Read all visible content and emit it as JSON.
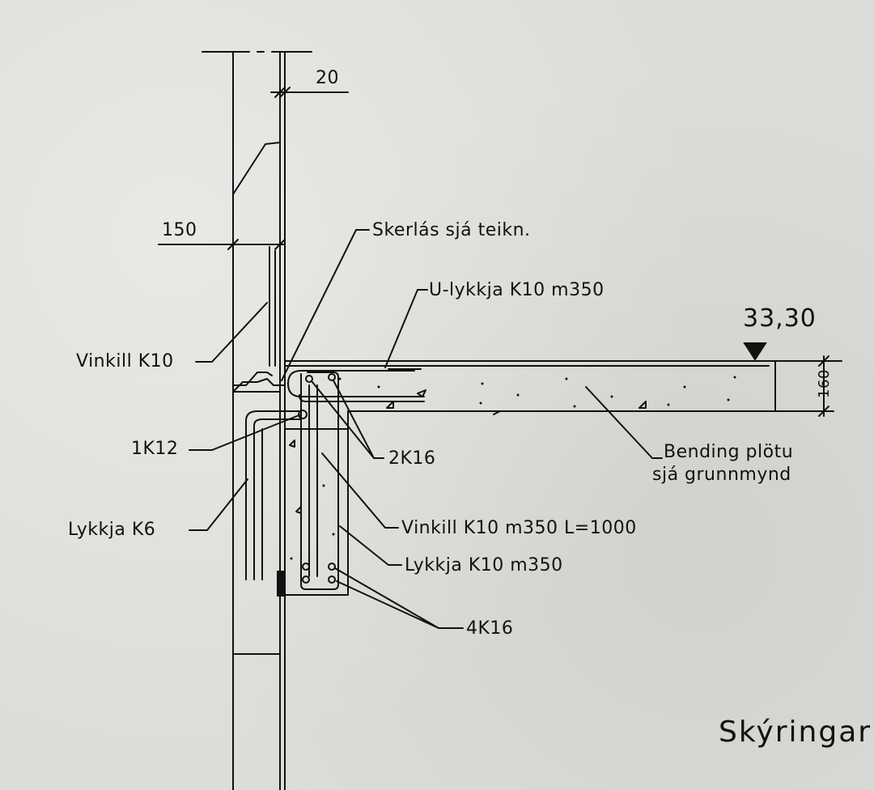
{
  "colors": {
    "line": "#111111",
    "paper": "#dcdcd8"
  },
  "dimensions": {
    "d20": "20",
    "d150": "150",
    "d160": "160"
  },
  "elevation": "33,30",
  "labels": {
    "skerlas": "Skerlás sjá teikn.",
    "u_lykkja": "U-lykkja K10 m350",
    "vinkill": "Vinkill K10",
    "k12": "1K12",
    "k16_2": "2K16",
    "lykkja_k6": "Lykkja K6",
    "vinkill_long": "Vinkill K10 m350 L=1000",
    "lykkja_k10": "Lykkja K10 m350",
    "k16_4": "4K16",
    "bending_1": "Bending plötu",
    "bending_2": "sjá grunnmynd"
  },
  "title": "Skýringar"
}
